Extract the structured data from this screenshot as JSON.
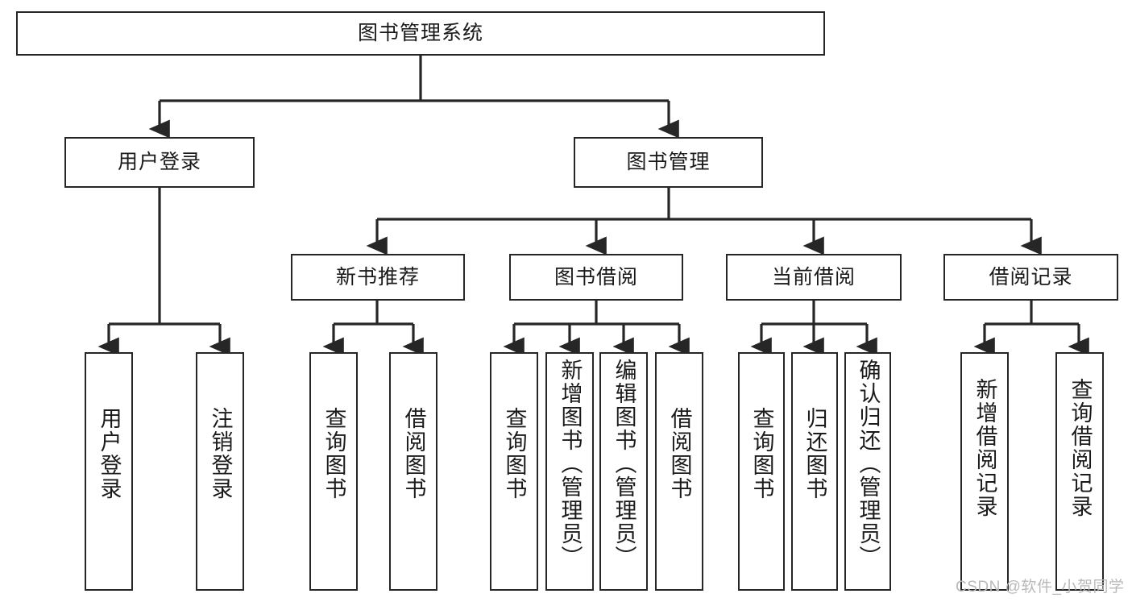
{
  "diagram": {
    "title": "图书管理系统",
    "type": "tree-hierarchy-chart",
    "watermark": "CSDN @软件_小贺同学",
    "colors": {
      "node_border": "#262626",
      "node_fill": "#ffffff",
      "edge": "#262626",
      "text": "#1a1a1a",
      "watermark": "#b9b9b9",
      "background": "#ffffff"
    },
    "root": {
      "label": "图书管理系统"
    },
    "level2": [
      {
        "label": "用户登录"
      },
      {
        "label": "图书管理"
      }
    ],
    "level3": [
      {
        "label": "新书推荐"
      },
      {
        "label": "图书借阅"
      },
      {
        "label": "当前借阅"
      },
      {
        "label": "借阅记录"
      }
    ],
    "leaves": {
      "user_login": [
        {
          "label": "用户登录"
        },
        {
          "label": "注销登录"
        }
      ],
      "new_book_recommend": [
        {
          "label": "查询图书"
        },
        {
          "label": "借阅图书"
        }
      ],
      "book_borrow": [
        {
          "label": "查询图书"
        },
        {
          "label": "新增图书（管理员）"
        },
        {
          "label": "编辑图书（管理员）"
        },
        {
          "label": "借阅图书"
        }
      ],
      "current_borrow": [
        {
          "label": "查询图书"
        },
        {
          "label": "归还图书"
        },
        {
          "label": "确认归还（管理员）"
        }
      ],
      "borrow_record": [
        {
          "label": "新增借阅记录"
        },
        {
          "label": "查询借阅记录"
        }
      ]
    }
  }
}
